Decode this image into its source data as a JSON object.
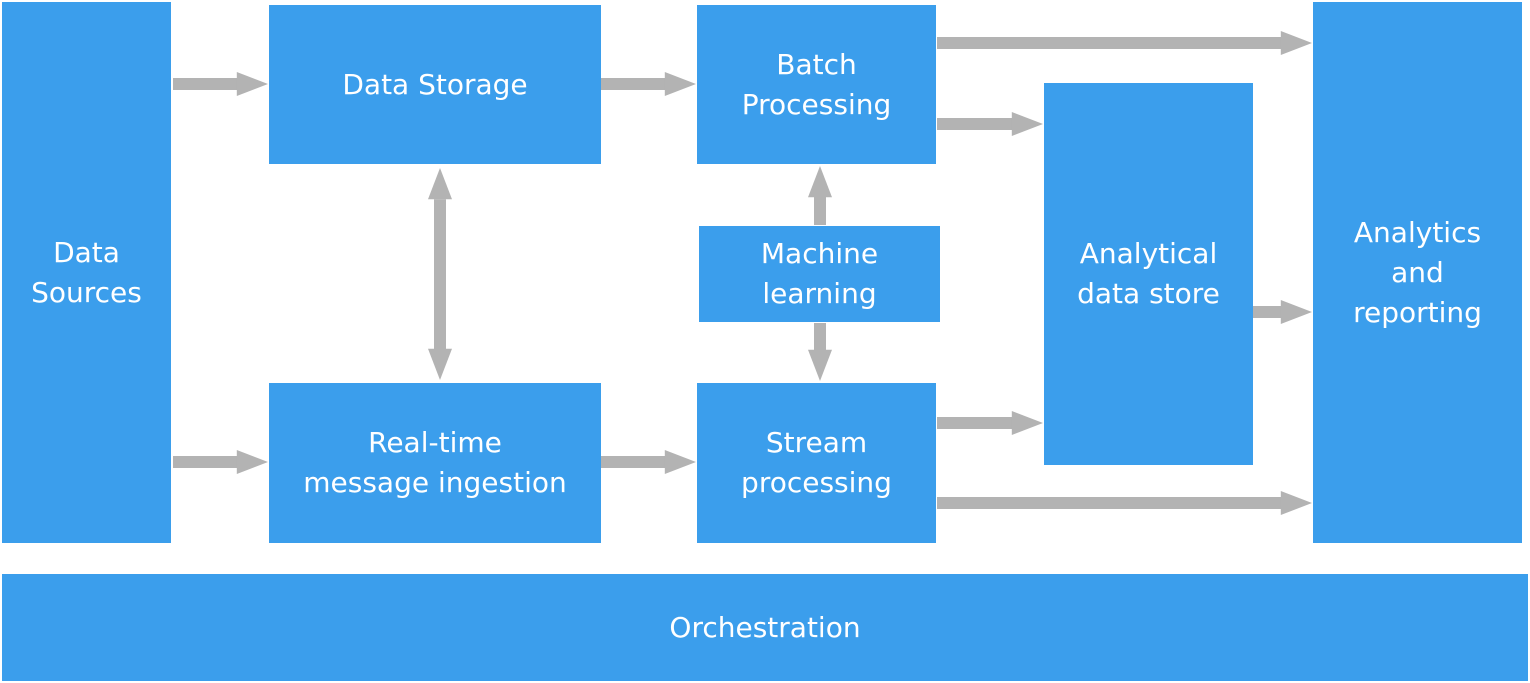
{
  "colors": {
    "box_fill": "#3b9eec",
    "arrow": "#b3b3b3",
    "text": "#ffffff",
    "background": "#ffffff"
  },
  "nodes": {
    "data_sources": {
      "lines": [
        "Data",
        "Sources"
      ]
    },
    "data_storage": {
      "lines": [
        "Data Storage"
      ]
    },
    "realtime_ingestion": {
      "lines": [
        "Real-time",
        "message ingestion"
      ]
    },
    "batch_processing": {
      "lines": [
        "Batch",
        "Processing"
      ]
    },
    "machine_learning": {
      "lines": [
        "Machine",
        "learning"
      ]
    },
    "stream_processing": {
      "lines": [
        "Stream",
        "processing"
      ]
    },
    "analytical_store": {
      "lines": [
        "Analytical",
        "data store"
      ]
    },
    "analytics_reporting": {
      "lines": [
        "Analytics",
        "and",
        "reporting"
      ]
    },
    "orchestration": {
      "lines": [
        "Orchestration"
      ]
    }
  },
  "connections": [
    {
      "from": "data_sources",
      "to": "data_storage"
    },
    {
      "from": "data_sources",
      "to": "realtime_ingestion"
    },
    {
      "from": "data_storage",
      "to": "realtime_ingestion",
      "bidirectional": true
    },
    {
      "from": "data_storage",
      "to": "batch_processing"
    },
    {
      "from": "realtime_ingestion",
      "to": "stream_processing"
    },
    {
      "from": "machine_learning",
      "to": "batch_processing"
    },
    {
      "from": "machine_learning",
      "to": "stream_processing"
    },
    {
      "from": "batch_processing",
      "to": "analytics_reporting"
    },
    {
      "from": "batch_processing",
      "to": "analytical_store"
    },
    {
      "from": "stream_processing",
      "to": "analytical_store"
    },
    {
      "from": "stream_processing",
      "to": "analytics_reporting"
    },
    {
      "from": "analytical_store",
      "to": "analytics_reporting"
    }
  ]
}
